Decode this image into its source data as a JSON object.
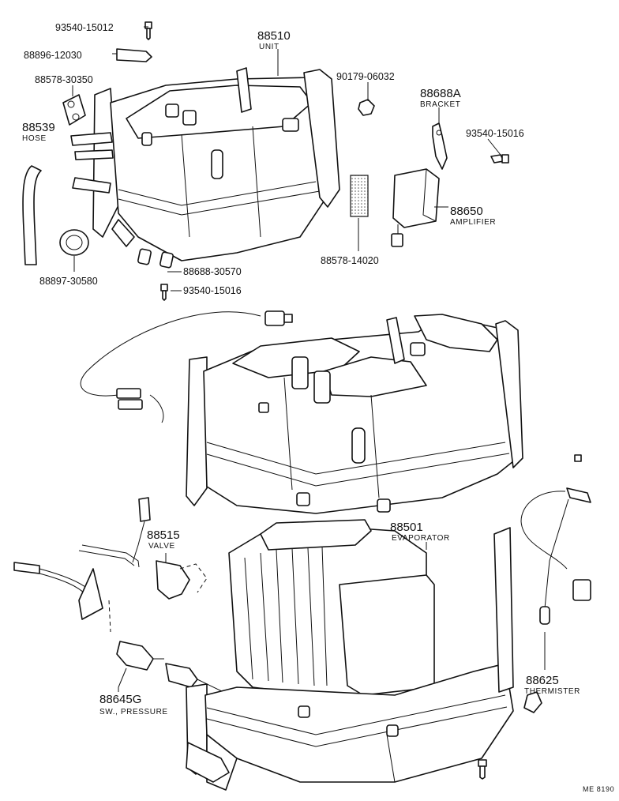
{
  "labels": {
    "p93540_15012": "93540-15012",
    "p88896_12030": "88896-12030",
    "p88578_30350": "88578-30350",
    "p88539": "88539",
    "p88539_name": "HOSE",
    "p88897_30580": "88897-30580",
    "p88510": "88510",
    "p88510_name": "UNIT",
    "p90179_06032": "90179-06032",
    "p88688A": "88688A",
    "p88688A_name": "BRACKET",
    "p93540_15016a": "93540-15016",
    "p88578_14020": "88578-14020",
    "p88650": "88650",
    "p88650_name": "AMPLIFIER",
    "p88688_30570": "88688-30570",
    "p93540_15016b": "93540-15016",
    "p88515": "88515",
    "p88515_name": "VALVE",
    "p88501": "88501",
    "p88501_name": "EVAPORATOR",
    "p88645G": "88645G",
    "p88645G_name": "SW., PRESSURE",
    "p88625": "88625",
    "p88625_name": "THERMISTER",
    "footer_code": "ME 8190"
  }
}
